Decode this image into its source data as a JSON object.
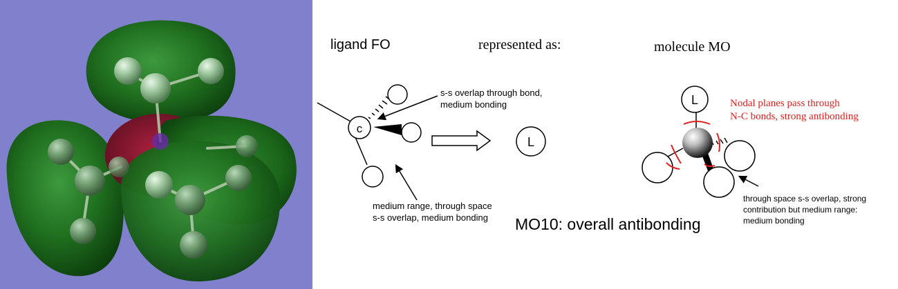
{
  "headings": {
    "ligand_fo": "ligand FO",
    "represented_as": "represented as:",
    "molecule_mo": "molecule MO"
  },
  "atoms": {
    "carbon": "c",
    "ligand_left": "L",
    "ligand_right": "L"
  },
  "annotations": {
    "ss_bond_line1": "s-s overlap through bond,",
    "ss_bond_line2": "medium bonding",
    "space_line1": "medium range, through space",
    "space_line2": "s-s overlap, medium bonding",
    "nodal_line1": "Nodal planes pass through",
    "nodal_line2": "N-C bonds, strong antibonding",
    "through_line1": "through space s-s overlap, strong",
    "through_line2": "contribution but medium range:",
    "through_line3": "medium bonding"
  },
  "conclusion": "MO10: overall antibonding",
  "colors": {
    "render_background": "#8080cc",
    "lobe_green": "#1d6b1d",
    "lobe_red": "#8b1a2e",
    "annotation_red": "#e02020",
    "ink": "#000000"
  }
}
